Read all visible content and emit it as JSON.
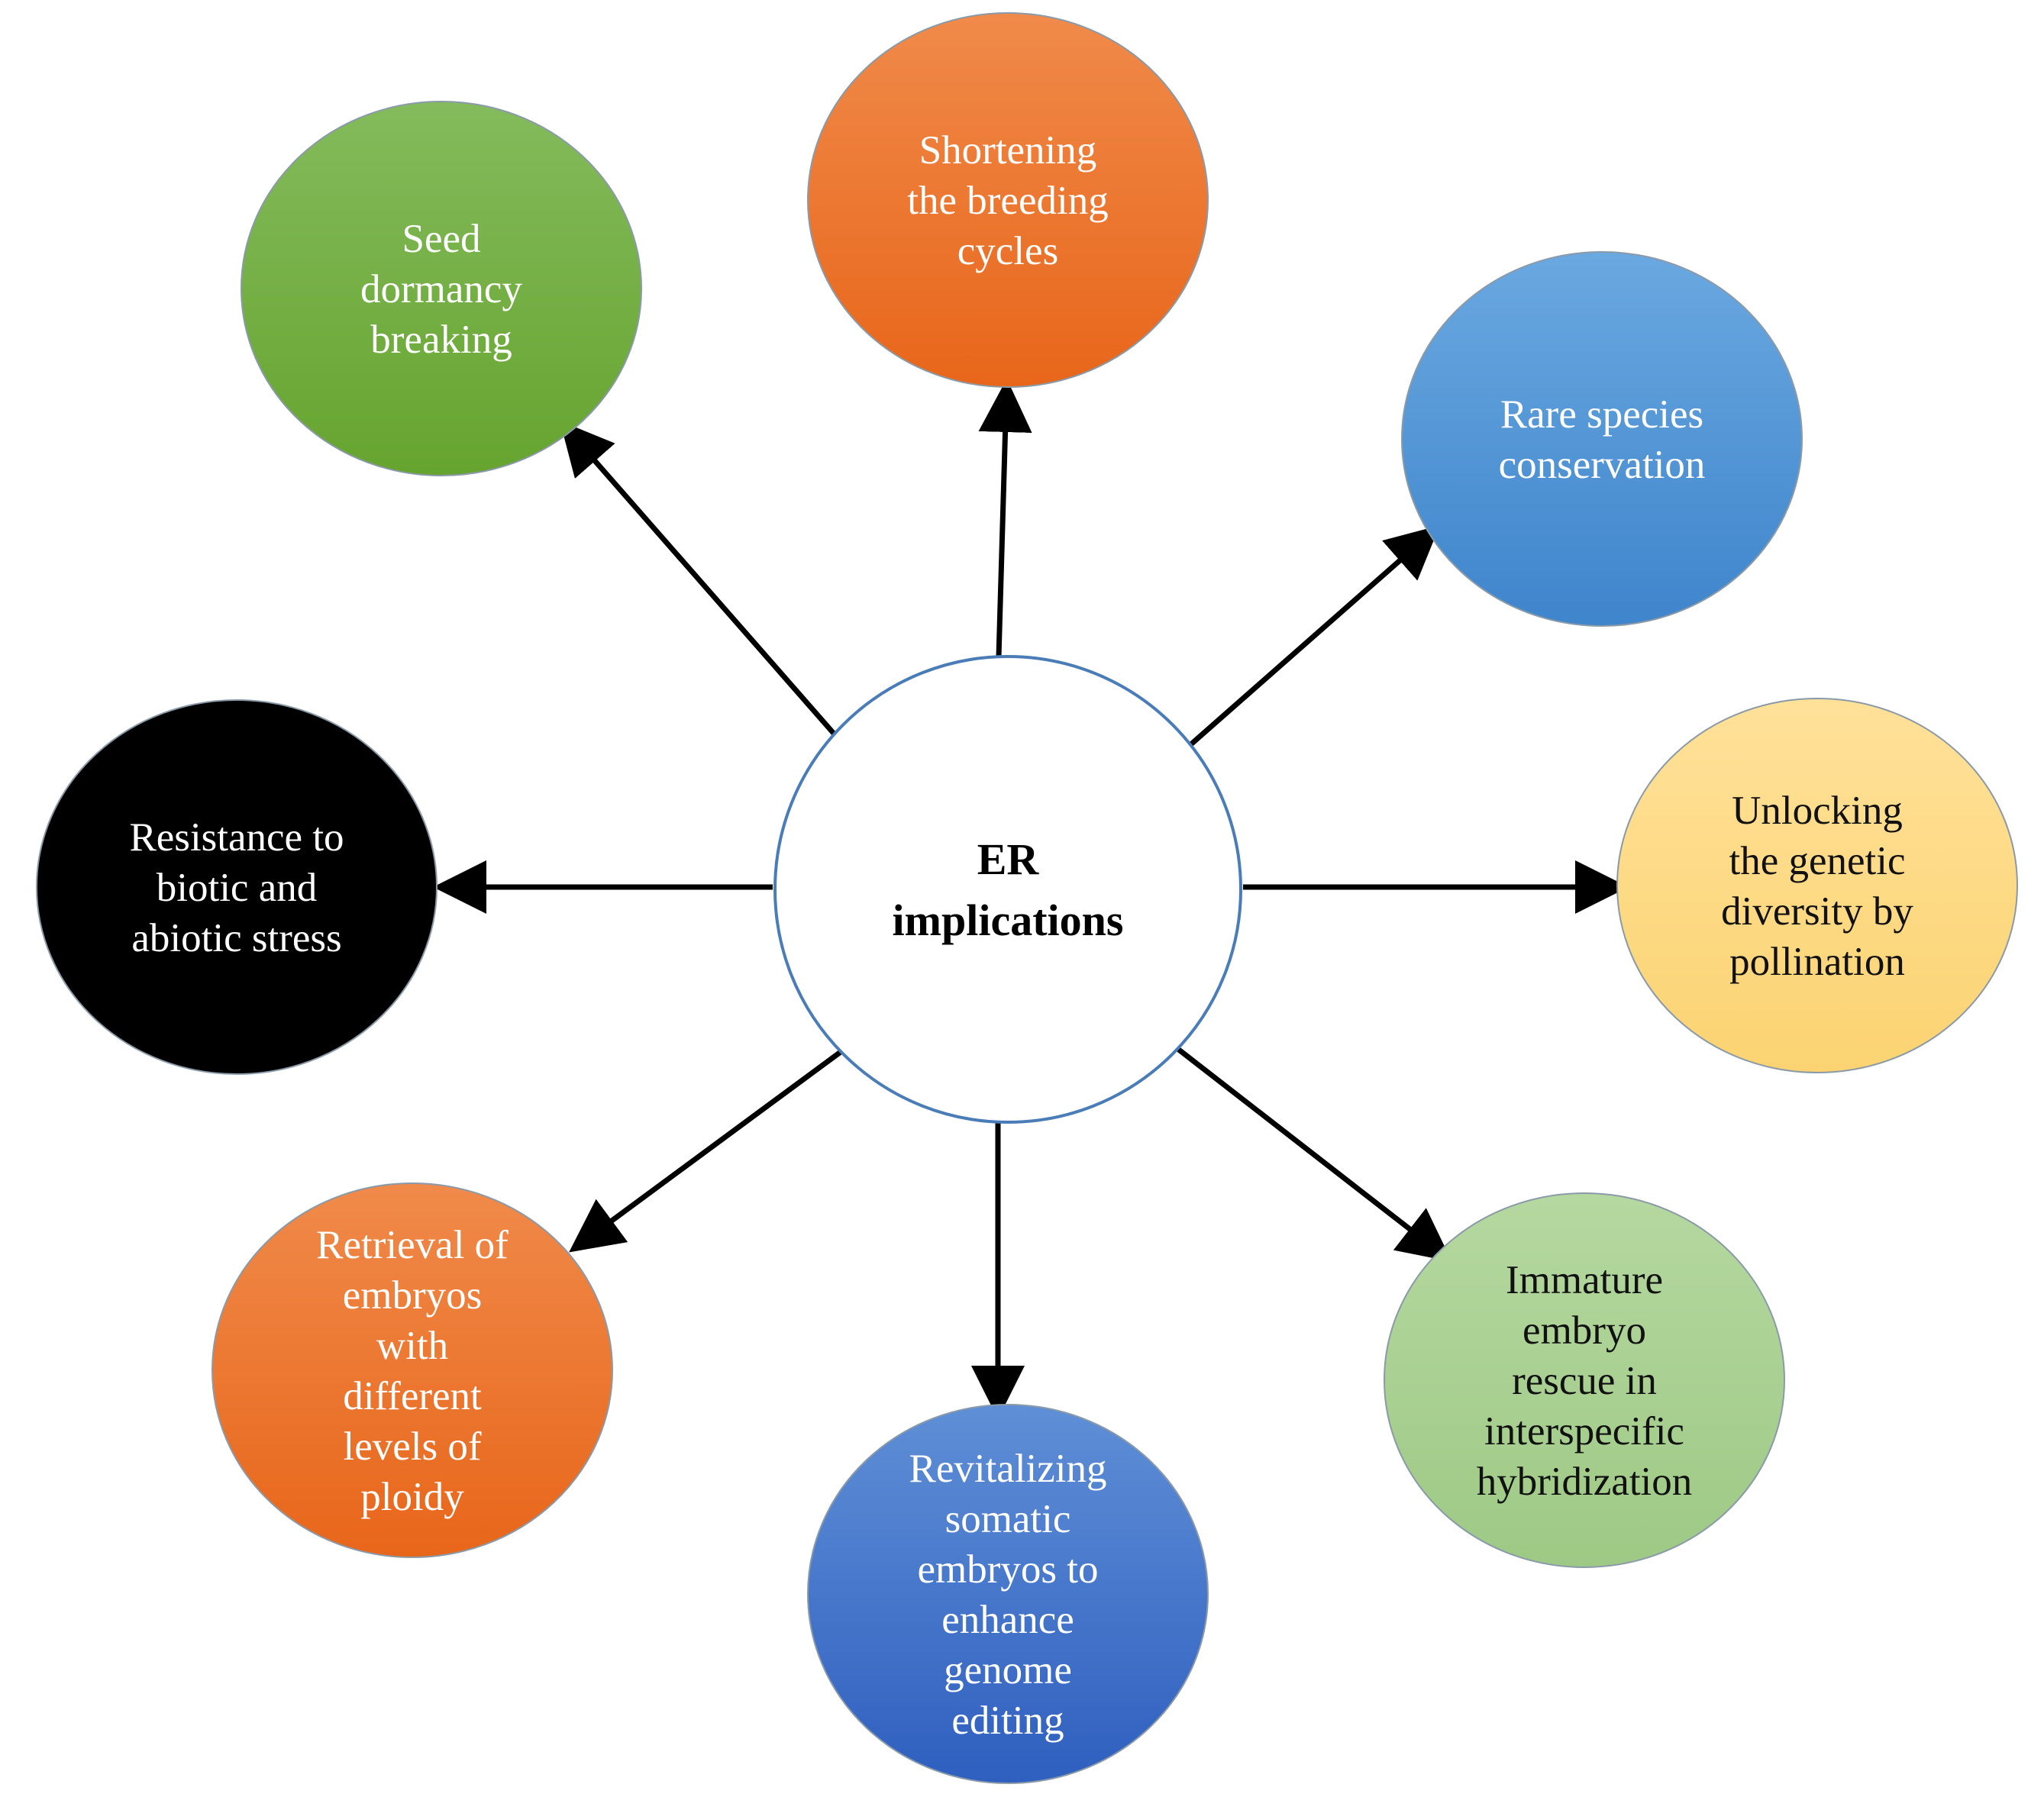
{
  "center": {
    "lines": [
      "ER",
      "implications"
    ],
    "fill": "#ffffff",
    "stroke": "#4a7db8"
  },
  "nodes": [
    {
      "id": "seed-dormancy",
      "lines": [
        "Seed",
        "dormancy",
        "breaking"
      ],
      "color_top": "#84bb5c",
      "color_bottom": "#66a42f",
      "text_color": "#ffffff"
    },
    {
      "id": "shortening-breeding",
      "lines": [
        "Shortening",
        "the  breeding",
        "cycles"
      ],
      "color_top": "#f08a4a",
      "color_bottom": "#e8661a",
      "text_color": "#ffffff"
    },
    {
      "id": "rare-species",
      "lines": [
        "Rare species",
        "conservation"
      ],
      "color_top": "#6aa8e0",
      "color_bottom": "#3f85cc",
      "text_color": "#ffffff"
    },
    {
      "id": "unlocking-diversity",
      "lines": [
        "Unlocking",
        "the genetic",
        "diversity by",
        "pollination"
      ],
      "color_top": "#ffe199",
      "color_bottom": "#fbd372",
      "text_color": "#111111"
    },
    {
      "id": "immature-embryo",
      "lines": [
        "Immature",
        "embryo",
        "rescue in",
        "interspecific",
        "hybridization"
      ],
      "color_top": "#b5d8a0",
      "color_bottom": "#9ec985",
      "text_color": "#111111"
    },
    {
      "id": "revitalizing-somatic",
      "lines": [
        "Revitalizing",
        "somatic",
        "embryos to",
        "enhance",
        "genome",
        "editing"
      ],
      "color_top": "#5f8fd6",
      "color_bottom": "#2f5fbf",
      "text_color": "#ffffff"
    },
    {
      "id": "retrieval-embryos",
      "lines": [
        "Retrieval of",
        "embryos",
        "with",
        "different",
        "levels of",
        "ploidy"
      ],
      "color_top": "#f08a4a",
      "color_bottom": "#e8661a",
      "text_color": "#ffffff"
    },
    {
      "id": "resistance-stress",
      "lines": [
        "Resistance to",
        "biotic and",
        "abiotic stress"
      ],
      "color_top": "#000000",
      "color_bottom": "#000000",
      "text_color": "#ffffff"
    }
  ],
  "arrow_color": "#000000"
}
